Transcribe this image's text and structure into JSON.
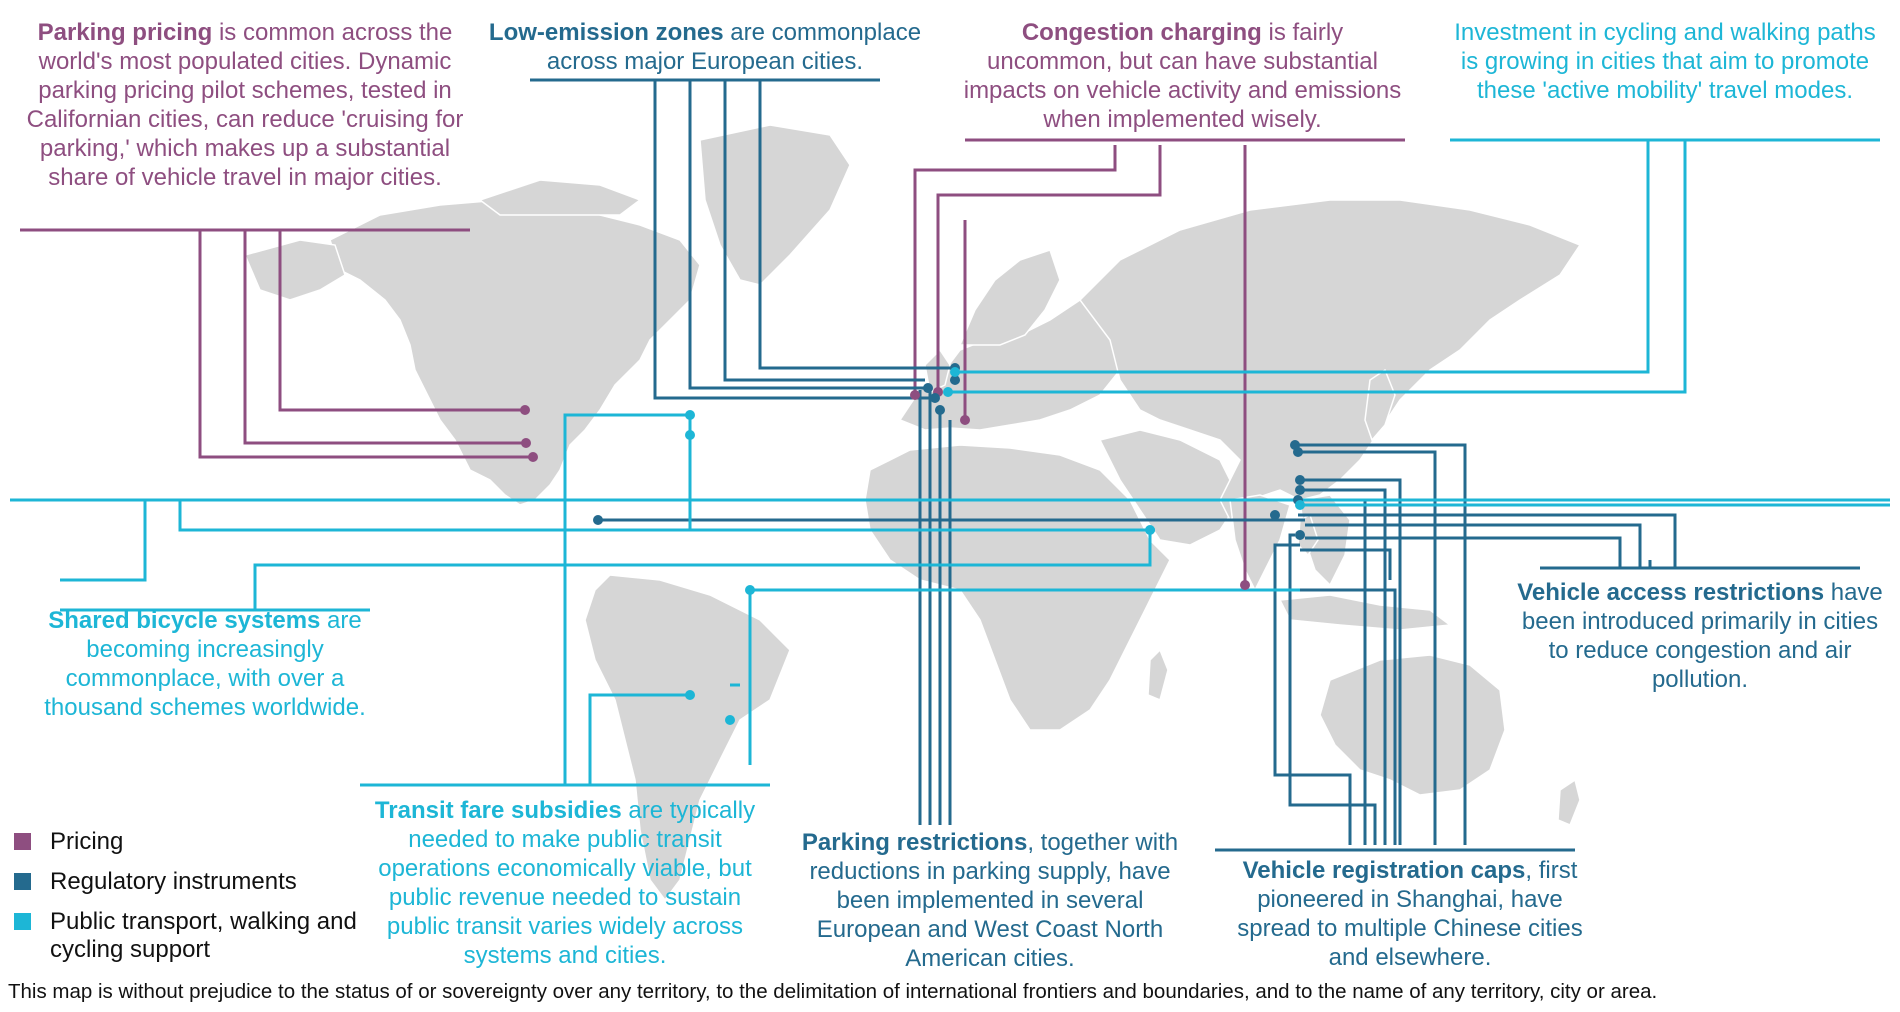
{
  "colors": {
    "pricing": "#8e4e80",
    "regulatory": "#246a8e",
    "public_transport": "#1db6d6",
    "land": "#d6d6d6",
    "border": "#ffffff"
  },
  "callouts": {
    "parking_pricing": {
      "highlight": "Parking pricing",
      "text": " is common across the world's most populated cities. Dynamic parking pricing pilot schemes, tested in Californian cities, can reduce 'cruising for parking,' which makes up a substantial share of vehicle travel in major cities."
    },
    "low_emission": {
      "highlight": "Low-emission zones",
      "text": " are commonplace across major European cities."
    },
    "congestion": {
      "highlight": "Congestion charging",
      "text": " is fairly uncommon, but can have substantial impacts on vehicle activity and emissions when implemented wisely."
    },
    "cycling_investment": {
      "highlight": "",
      "text": "Investment in cycling and walking paths is growing in cities that aim to promote these 'active mobility' travel modes."
    },
    "shared_bicycle": {
      "highlight": "Shared bicycle systems",
      "text": " are becoming increasingly commonplace, with over a thousand schemes worldwide."
    },
    "vehicle_access": {
      "highlight": "Vehicle access restrictions",
      "text": " have been introduced primarily in cities to reduce congestion and air pollution."
    },
    "transit_fare": {
      "highlight": "Transit fare subsidies",
      "text": " are typically needed to make public transit operations economically viable, but public revenue needed to sustain public transit varies widely across systems and cities."
    },
    "parking_restrictions": {
      "highlight": "Parking restrictions",
      "text": ", together with reductions in parking supply, have been implemented in several European and West Coast North American cities."
    },
    "registration_caps": {
      "highlight": "Vehicle registration caps",
      "text": ", first pioneered in Shanghai, have spread to multiple Chinese cities and elsewhere."
    }
  },
  "legend": [
    {
      "label": "Pricing",
      "color": "#8e4e80"
    },
    {
      "label": "Regulatory instruments",
      "color": "#246a8e"
    },
    {
      "label": "Public transport, walking and cycling support",
      "color": "#1db6d6"
    }
  ],
  "disclaimer": "This map is without prejudice to the status of or sovereignty over any territory, to the delimitation of international frontiers and boundaries, and to the name of any territory, city or area."
}
